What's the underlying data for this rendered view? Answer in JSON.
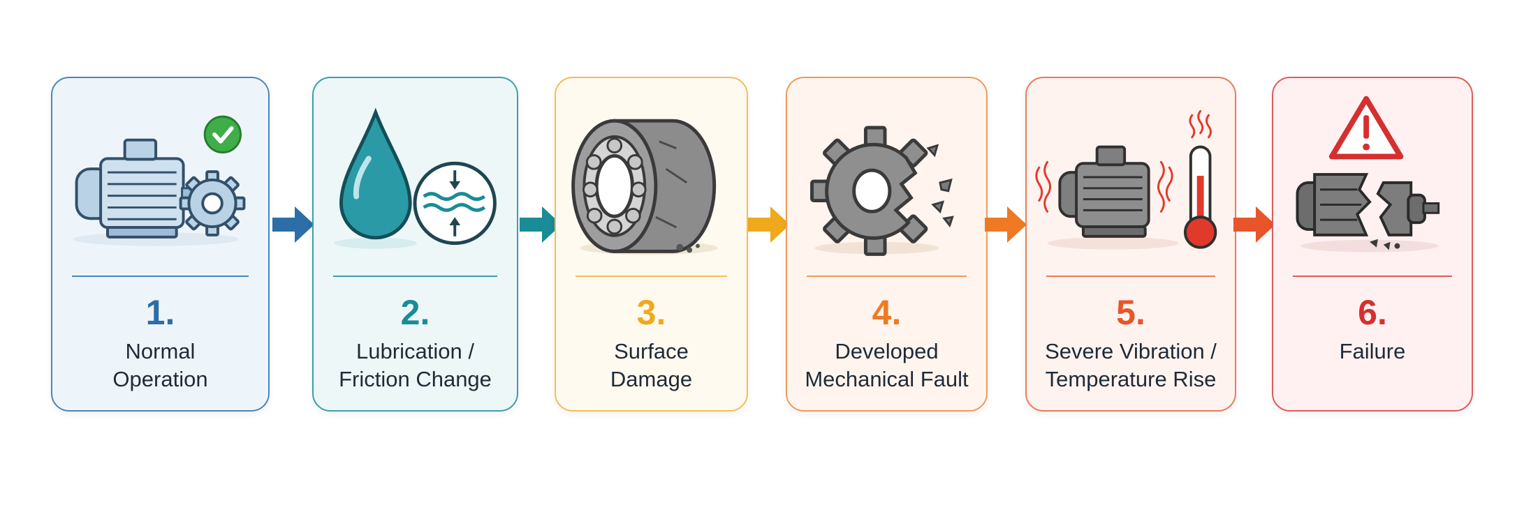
{
  "stages": [
    {
      "number": "1.",
      "line1": "Normal",
      "line2": "Operation",
      "color": "#2b6ea8",
      "bg": "#eef5fa",
      "border": "#4a86b8"
    },
    {
      "number": "2.",
      "line1": "Lubrication /",
      "line2": "Friction Change",
      "color": "#1a8c98",
      "bg": "#edf7f8",
      "border": "#3aa0aa"
    },
    {
      "number": "3.",
      "line1": "Surface",
      "line2": "Damage",
      "color": "#f0a81c",
      "bg": "#fffaf0",
      "border": "#f3be55"
    },
    {
      "number": "4.",
      "line1": "Developed",
      "line2": "Mechanical Fault",
      "color": "#ee7a24",
      "bg": "#fff5ee",
      "border": "#f09a5c"
    },
    {
      "number": "5.",
      "line1": "Severe Vibration /",
      "line2": "Temperature Rise",
      "color": "#e8552a",
      "bg": "#fff3ef",
      "border": "#ec7a58"
    },
    {
      "number": "6.",
      "line1": "Failure",
      "line2": "",
      "color": "#d62f2f",
      "bg": "#fff1f1",
      "border": "#df5a5a"
    }
  ],
  "arrows": [
    "#2b6ea8",
    "#1a8c98",
    "#f0a81c",
    "#ee7a24",
    "#e8552a"
  ],
  "icons": [
    "motor-with-gear-check-icon",
    "oil-drop-friction-icon",
    "damaged-bearing-icon",
    "broken-gear-icon",
    "vibrating-hot-motor-icon",
    "broken-motor-warning-icon"
  ]
}
